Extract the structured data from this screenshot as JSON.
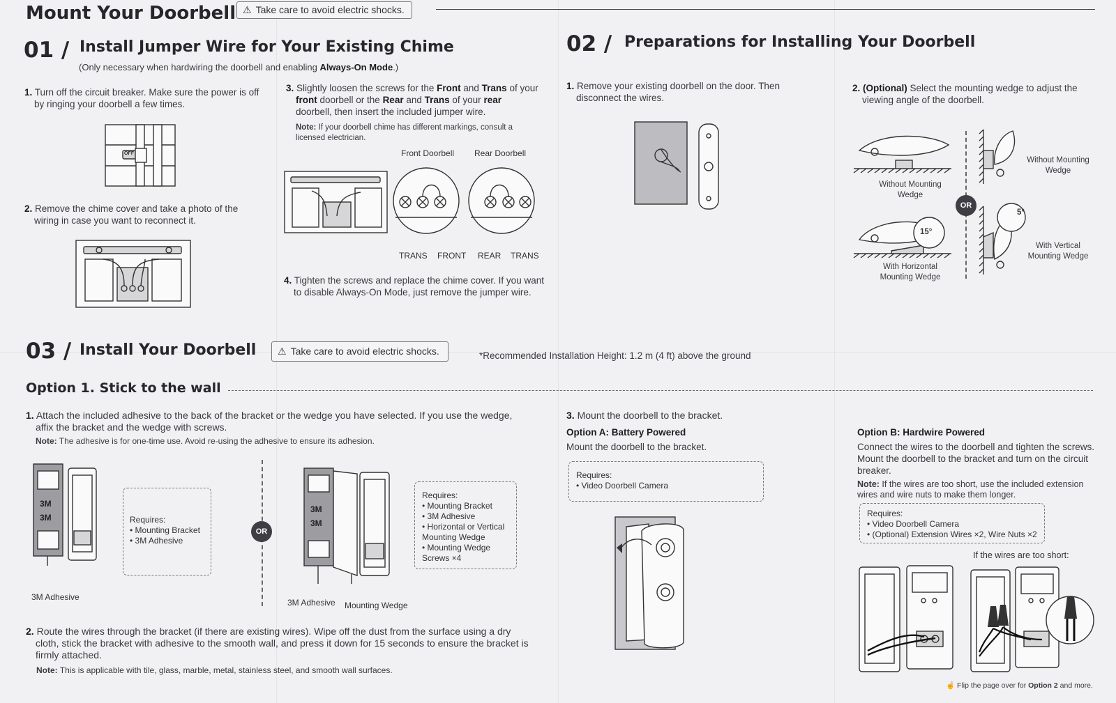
{
  "header": {
    "title": "Mount Your Doorbell",
    "warning": "Take care to avoid electric shocks."
  },
  "section1": {
    "number": "01 /",
    "title": "Install Jumper Wire for Your Existing Chime",
    "subtitle_pre": "(Only necessary when hardwiring the doorbell and enabling ",
    "subtitle_bold": "Always-On Mode",
    "subtitle_post": ".)",
    "step1": {
      "n": "1.",
      "text": "Turn off the circuit breaker. Make sure the power is off by ringing your doorbell a few times."
    },
    "breaker_label": "OFF",
    "step2": {
      "n": "2.",
      "text": "Remove the chime cover and take a photo of the wiring in case you want to reconnect it."
    },
    "step3": {
      "n": "3.",
      "p1": "Slightly loosen the screws for the ",
      "b1": "Front",
      "p2": " and ",
      "b2": "Trans",
      "p3": " of your ",
      "b3": "front",
      "p4": " doorbell or the ",
      "b4": "Rear",
      "p5": " and ",
      "b5": "Trans",
      "p6": " of your ",
      "b6": "rear",
      "p7": " doorbell, then insert the included jumper wire."
    },
    "note": {
      "label": "Note:",
      "text": " If your doorbell chime has different markings, consult a licensed electrician."
    },
    "front_doorbell": "Front Doorbell",
    "rear_doorbell": "Rear Doorbell",
    "terminals": [
      "TRANS",
      "FRONT",
      "REAR",
      "TRANS"
    ],
    "step4": {
      "n": "4.",
      "text": "Tighten the screws and replace the chime cover. If you want to disable Always-On Mode, just remove the jumper wire."
    }
  },
  "section2": {
    "number": "02 /",
    "title": "Preparations for Installing Your Doorbell",
    "step1": {
      "n": "1.",
      "text": "Remove your existing doorbell on the door. Then disconnect the wires."
    },
    "step2": {
      "n": "2.",
      "bold": "(Optional)",
      "text": " Select the mounting wedge to adjust the viewing angle of the doorbell."
    },
    "labels": {
      "without_left": "Without Mounting Wedge",
      "without_right": "Without Mounting Wedge",
      "horizontal": "With Horizontal Mounting Wedge",
      "vertical": "With Vertical Mounting Wedge",
      "angle_h": "15°",
      "angle_v": "5°",
      "or": "OR"
    }
  },
  "section3": {
    "number": "03 /",
    "title": "Install Your Doorbell",
    "warning": "Take care to avoid electric shocks.",
    "height_note": "*Recommended Installation Height: 1.2 m (4 ft) above the ground",
    "option1": "Option 1. Stick to the wall",
    "step1": {
      "n": "1.",
      "text": "Attach the included adhesive to the back of the bracket or the wedge you have selected. If you use the wedge, affix the bracket and the wedge with screws."
    },
    "note1": {
      "label": "Note:",
      "text": " The adhesive is for one-time use. Avoid re-using the adhesive to ensure its adhesion."
    },
    "req_left": {
      "title": "Requires:",
      "items": [
        "• Mounting Bracket",
        "• 3M Adhesive"
      ]
    },
    "req_mid": {
      "title": "Requires:",
      "items": [
        "• Mounting Bracket",
        "• 3M Adhesive",
        "• Horizontal or Vertical",
        "  Mounting Wedge",
        "• Mounting Wedge",
        "  Screws ×4"
      ]
    },
    "label_3m": "3M",
    "cap_adhesive_left": "3M Adhesive",
    "cap_adhesive_mid": "3M Adhesive",
    "cap_wedge": "Mounting Wedge",
    "or": "OR",
    "step2": {
      "n": "2.",
      "text": "Route the wires through the bracket (if there are existing wires). Wipe off the dust from the surface using a dry cloth, stick the bracket with adhesive to the smooth wall, and press it down for 15 seconds to ensure the bracket is firmly attached."
    },
    "note2": {
      "label": "Note:",
      "text": " This is applicable with tile, glass, marble, metal, stainless steel, and smooth wall surfaces."
    },
    "step3": {
      "n": "3.",
      "text": "Mount the doorbell to the bracket."
    },
    "optionA": {
      "title": "Option A: Battery Powered",
      "text": "Mount the doorbell to the bracket.",
      "req_title": "Requires:",
      "req_items": [
        "• Video Doorbell Camera"
      ]
    },
    "optionB": {
      "title": "Option B: Hardwire Powered",
      "text": "Connect the wires to the doorbell and tighten the screws. Mount the doorbell to the bracket and turn on the circuit breaker.",
      "note_label": "Note:",
      "note": " If the wires are too short, use the included extension wires and wire nuts to make them longer.",
      "req_title": "Requires:",
      "req_items": [
        "• Video Doorbell Camera",
        "• (Optional) Extension Wires ×2, Wire Nuts ×2"
      ],
      "short_caption": "If the wires are too short:"
    },
    "footer": {
      "pre": "Flip the page over for ",
      "bold": "Option 2",
      "post": " and more."
    }
  }
}
